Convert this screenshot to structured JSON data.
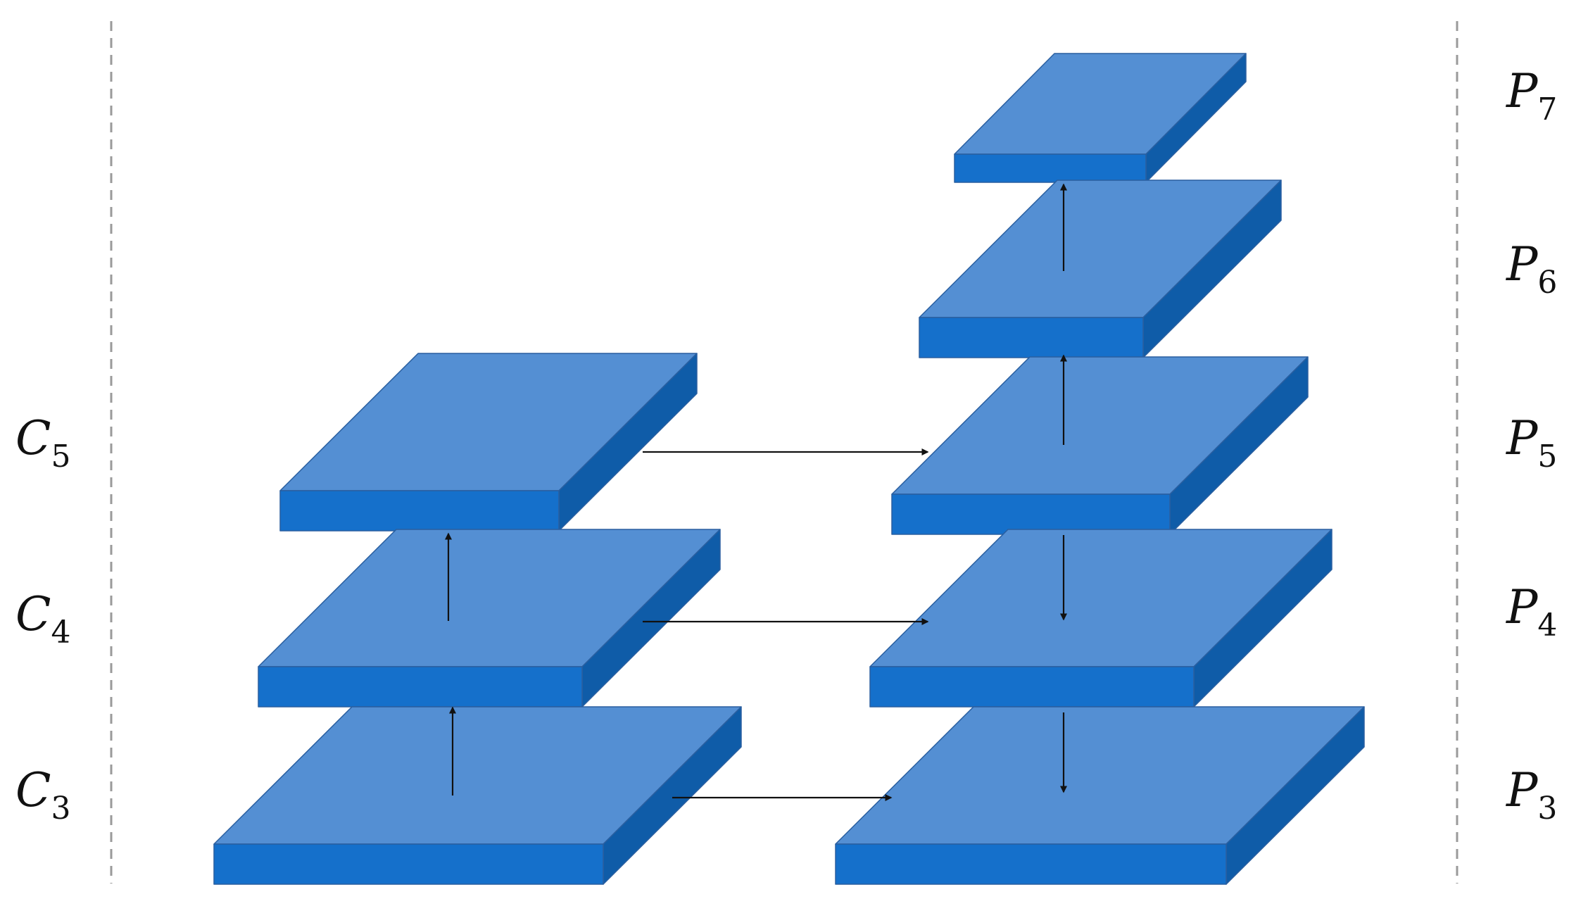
{
  "colors": {
    "top_face": "#548FD3",
    "front_face": "#1570CB",
    "side_face": "#0F5CA8",
    "edge": "#2A5FA0",
    "arrow": "#111111",
    "divider": "#9A9A9A"
  },
  "labels": {
    "c5": {
      "main": "C",
      "sub": "5"
    },
    "c4": {
      "main": "C",
      "sub": "4"
    },
    "c3": {
      "main": "C",
      "sub": "3"
    },
    "p7": {
      "main": "P",
      "sub": "7"
    },
    "p6": {
      "main": "P",
      "sub": "6"
    },
    "p5": {
      "main": "P",
      "sub": "5"
    },
    "p4": {
      "main": "P",
      "sub": "4"
    },
    "p3": {
      "main": "P",
      "sub": "3"
    }
  }
}
